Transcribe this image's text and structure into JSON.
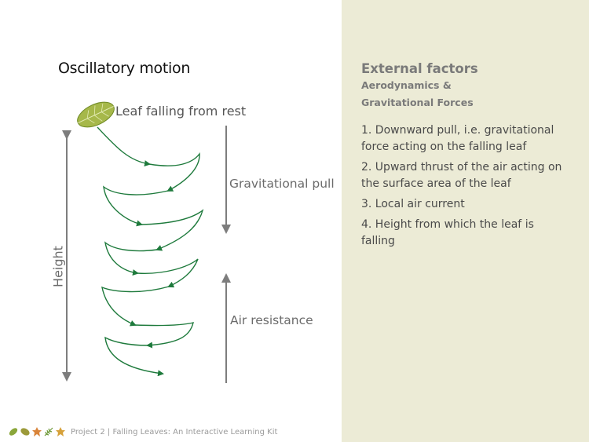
{
  "left": {
    "title": "Oscillatory motion",
    "label_rest": "Leaf falling from rest",
    "label_gravity": "Gravitational pull",
    "label_air": "Air resistance",
    "label_height": "Height"
  },
  "right": {
    "heading": "External factors",
    "subheading_line1": "Aerodynamics &",
    "subheading_line2": "Gravitational Forces",
    "factors": [
      "1. Downward pull, i.e. gravitational force acting on the falling leaf",
      "2. Upward thrust of the air acting on the surface area of the leaf",
      "3. Local air current",
      "4. Height from which the leaf is falling"
    ]
  },
  "footer": {
    "text": "Project 2  |  Falling Leaves: An Interactive Learning Kit",
    "leaf_icons": [
      "leaf-icon-green",
      "leaf-icon-olive",
      "leaf-icon-maple-orange",
      "leaf-icon-fern",
      "leaf-icon-maple-yellow"
    ]
  },
  "colors": {
    "path": "#1e7a3c",
    "arrow": "#7d7d7d",
    "right_panel": "#ecebd6",
    "leaf": "#a6b84a"
  }
}
